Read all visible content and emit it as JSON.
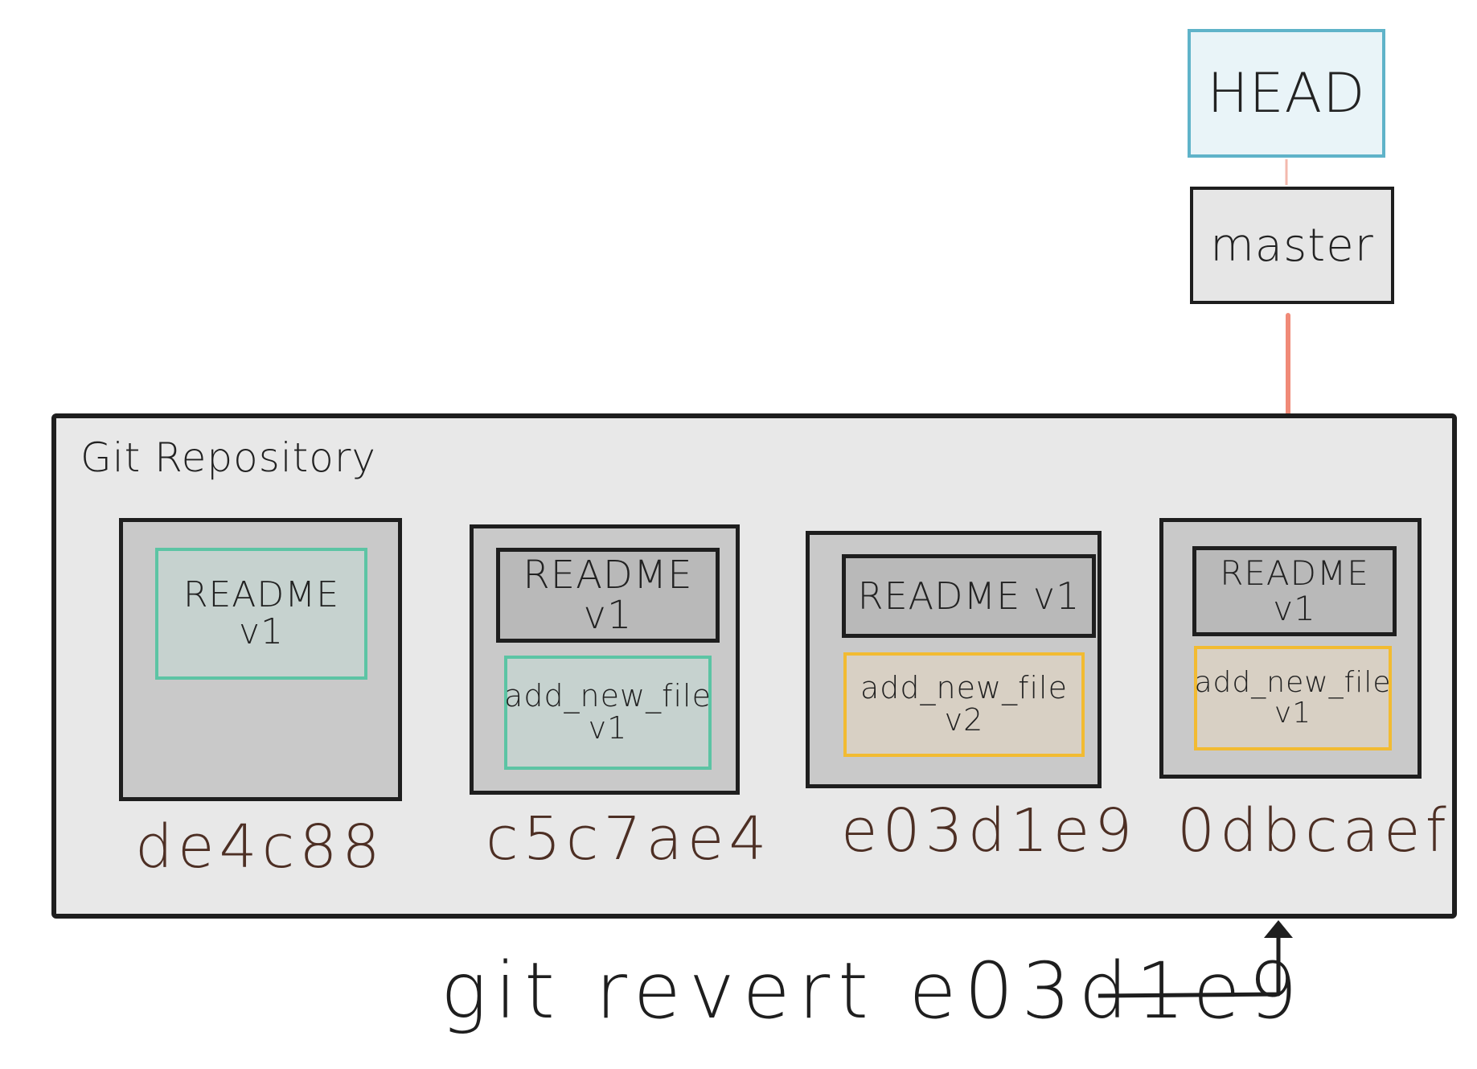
{
  "head_label": "HEAD",
  "branch_label": "master",
  "repository": {
    "title": "Git Repository",
    "commits": [
      {
        "hash": "de4c88",
        "files": [
          {
            "name": "README v1",
            "style": "green"
          }
        ]
      },
      {
        "hash": "c5c7ae4",
        "files": [
          {
            "name": "README v1",
            "style": "dark"
          },
          {
            "name": "add_new_file v1",
            "style": "green"
          }
        ]
      },
      {
        "hash": "e03d1e9",
        "files": [
          {
            "name": "README v1",
            "style": "dark"
          },
          {
            "name": "add_new_file v2",
            "style": "yellow"
          }
        ]
      },
      {
        "hash": "0dbcaef",
        "files": [
          {
            "name": "README v1",
            "style": "dark"
          },
          {
            "name": "add_new_file v1",
            "style": "yellow"
          }
        ]
      }
    ]
  },
  "command": "git revert e03d1e9",
  "colors": {
    "head_border": "#5fb3c9",
    "head_fill": "#e9f4f8",
    "pointer_arrow": "#f08a78",
    "green_border": "#5cc4a4",
    "yellow_border": "#f2bb32",
    "hash_text": "#4d2f24"
  }
}
